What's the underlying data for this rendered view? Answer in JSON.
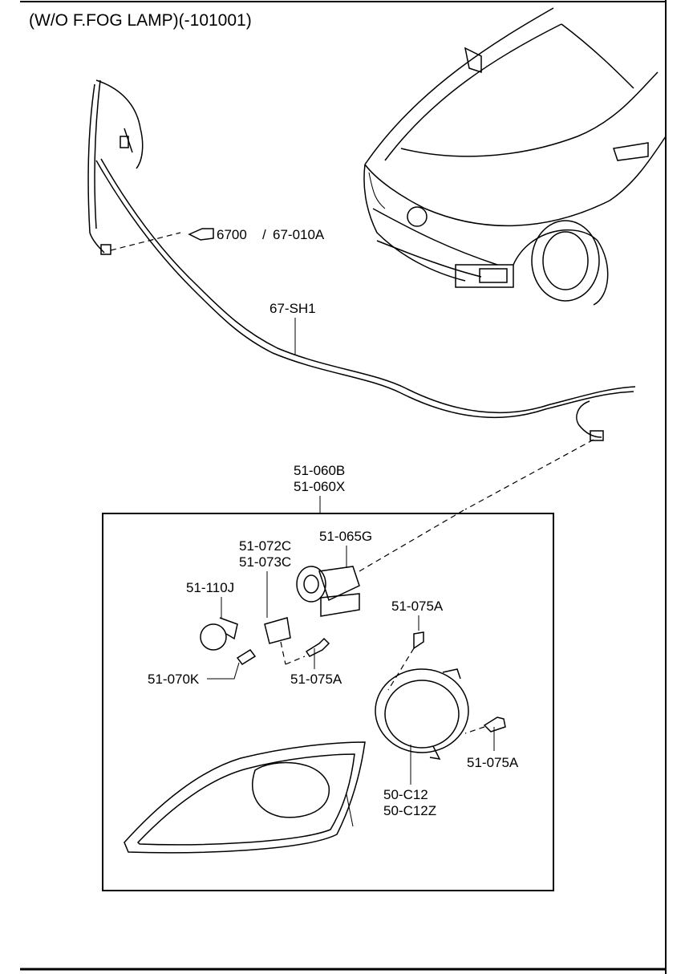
{
  "title": "(W/O F.FOG LAMP)(-101001)",
  "callouts": {
    "ref_arrow": {
      "main": "6700",
      "sep": "/",
      "sub": "67-010A"
    },
    "harness": "67-SH1",
    "kit_1": "51-060B",
    "kit_2": "51-060X",
    "socket_1": "51-072C",
    "socket_2": "51-073C",
    "connector": "51-065G",
    "bulb": "51-110J",
    "small_bulb": "51-070K",
    "screw_center": "51-075A",
    "screw_top": "51-075A",
    "screw_right": "51-075A",
    "fog_lamp_1": "50-C12",
    "fog_lamp_2": "50-C12Z"
  }
}
